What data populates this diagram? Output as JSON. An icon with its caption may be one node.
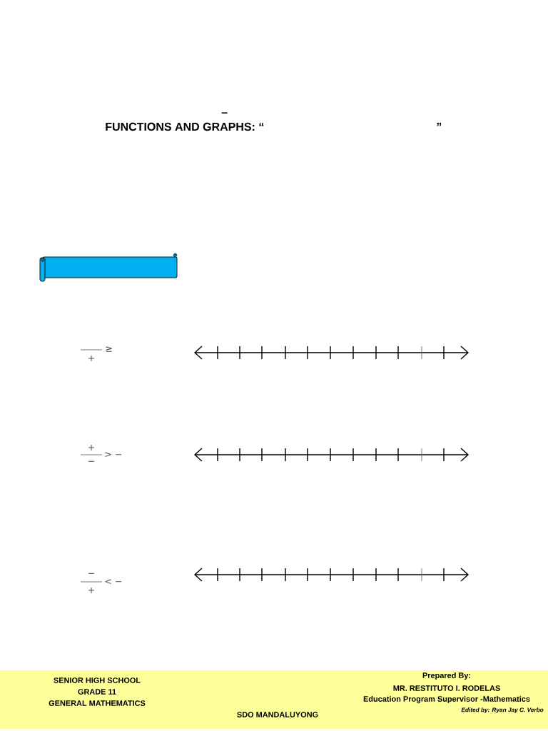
{
  "diagram": {
    "title": "FUNCTIONS AND GRAPHS: “",
    "nodes": [
      {
        "text": [],
        "shape": "scroll"
      },
      {
        "text": [
          "SENIOR HIGH SCHOOL",
          "GRADE 11",
          "GENERAL MATHEMATICS",
          "SDO MANDALUYONG",
          "Prepared By:",
          "MR. RESTITUTO I. RODELAS",
          "Education Program Supervisor -Mathematics",
          "Edited by: Ryan Jay C. Verbo"
        ]
      }
    ],
    "labels": [
      "–",
      "”",
      "≥",
      "+",
      "+",
      "> −",
      "−",
      "−",
      "< −",
      "+"
    ]
  }
}
